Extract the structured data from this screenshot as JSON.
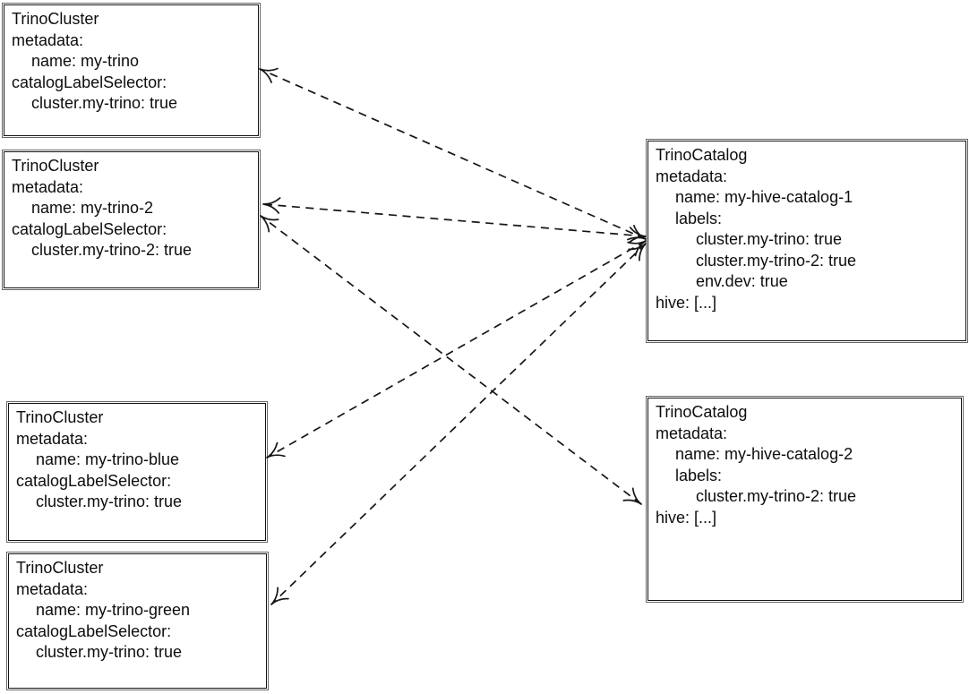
{
  "boxes": [
    {
      "id": "my-trino",
      "kind": "TrinoCluster",
      "lines": [
        "TrinoCluster",
        "metadata:",
        "name: my-trino",
        "catalogLabelSelector:",
        "cluster.my-trino: true"
      ]
    },
    {
      "id": "my-trino-2",
      "kind": "TrinoCluster",
      "lines": [
        "TrinoCluster",
        "metadata:",
        "name: my-trino-2",
        "catalogLabelSelector:",
        "cluster.my-trino-2: true"
      ]
    },
    {
      "id": "my-trino-blue",
      "kind": "TrinoCluster",
      "lines": [
        "TrinoCluster",
        "metadata:",
        "name: my-trino-blue",
        "catalogLabelSelector:",
        "cluster.my-trino: true"
      ]
    },
    {
      "id": "my-trino-green",
      "kind": "TrinoCluster",
      "lines": [
        "TrinoCluster",
        "metadata:",
        "name: my-trino-green",
        "catalogLabelSelector:",
        "cluster.my-trino: true"
      ]
    },
    {
      "id": "my-hive-catalog-1",
      "kind": "TrinoCatalog",
      "lines": [
        "TrinoCatalog",
        "metadata:",
        "name: my-hive-catalog-1",
        "labels:",
        "cluster.my-trino: true",
        "cluster.my-trino-2: true",
        "env.dev: true",
        "hive: [...]"
      ]
    },
    {
      "id": "my-hive-catalog-2",
      "kind": "TrinoCatalog",
      "lines": [
        "TrinoCatalog",
        "metadata:",
        "name: my-hive-catalog-2",
        "labels:",
        "cluster.my-trino-2: true",
        "hive: [...]"
      ]
    }
  ],
  "connections": [
    {
      "from": "my-hive-catalog-1",
      "to": "my-trino",
      "line": "dashed",
      "arrowheads": "both"
    },
    {
      "from": "my-hive-catalog-1",
      "to": "my-trino-2",
      "line": "dashed",
      "arrowheads": "both"
    },
    {
      "from": "my-hive-catalog-2",
      "to": "my-trino-2",
      "line": "dashed",
      "arrowheads": "both"
    },
    {
      "from": "my-hive-catalog-1",
      "to": "my-trino-blue",
      "line": "dashed",
      "arrowheads": "both"
    },
    {
      "from": "my-hive-catalog-1",
      "to": "my-trino-green",
      "line": "dashed",
      "arrowheads": "both"
    }
  ],
  "colors": {
    "background": "#ffffff",
    "stroke": "#161616",
    "text": "#0d0d0d"
  }
}
